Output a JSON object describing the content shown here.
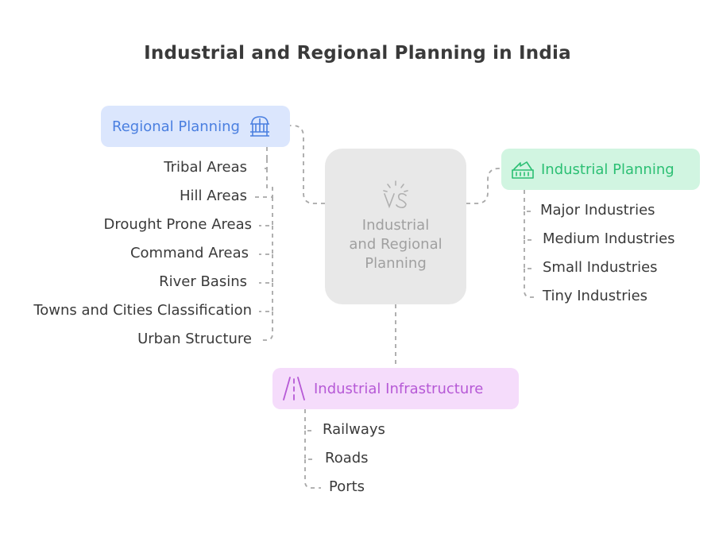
{
  "title": "Industrial and Regional Planning in India",
  "center": {
    "label": "Industrial and Regional Planning"
  },
  "regional": {
    "label": "Regional Planning",
    "icon": "building-icon",
    "color": "#4a7fe0",
    "items": [
      "Tribal Areas",
      "Hill Areas",
      "Drought Prone Areas",
      "Command Areas",
      "River Basins",
      "Towns and Cities Classification",
      "Urban Structure"
    ]
  },
  "industrial": {
    "label": "Industrial Planning",
    "icon": "factory-icon",
    "color": "#2bbf73",
    "items": [
      "Major Industries",
      "Medium Industries",
      "Small Industries",
      "Tiny Industries"
    ]
  },
  "infrastructure": {
    "label": "Industrial Infrastructure",
    "icon": "road-icon",
    "color": "#b659d6",
    "items": [
      "Railways",
      "Roads",
      "Ports"
    ]
  }
}
